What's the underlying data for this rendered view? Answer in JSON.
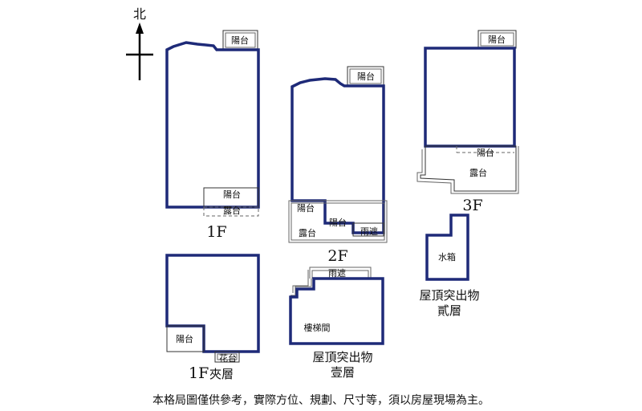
{
  "compass": {
    "north_label": "北"
  },
  "rooms": {
    "yangtai": "陽台",
    "lutai": "露台",
    "yupeng": "雨遮",
    "huatai": "花台",
    "shuixiang": "水箱",
    "loutijian": "樓梯間"
  },
  "floors": {
    "f1": "1F",
    "f2": "2F",
    "f3": "3F",
    "f1_mezz_num": "1F",
    "f1_mezz_word": "夾層"
  },
  "roof": {
    "line1": "屋頂突出物",
    "level1": "壹層",
    "level2": "貳層"
  },
  "footnote": "本格局圖僅供參考，實際方位、規劃、尺寸等，須以房屋現場為主。",
  "colors": {
    "wall": "#1e2a78",
    "fixture": "#333333"
  }
}
